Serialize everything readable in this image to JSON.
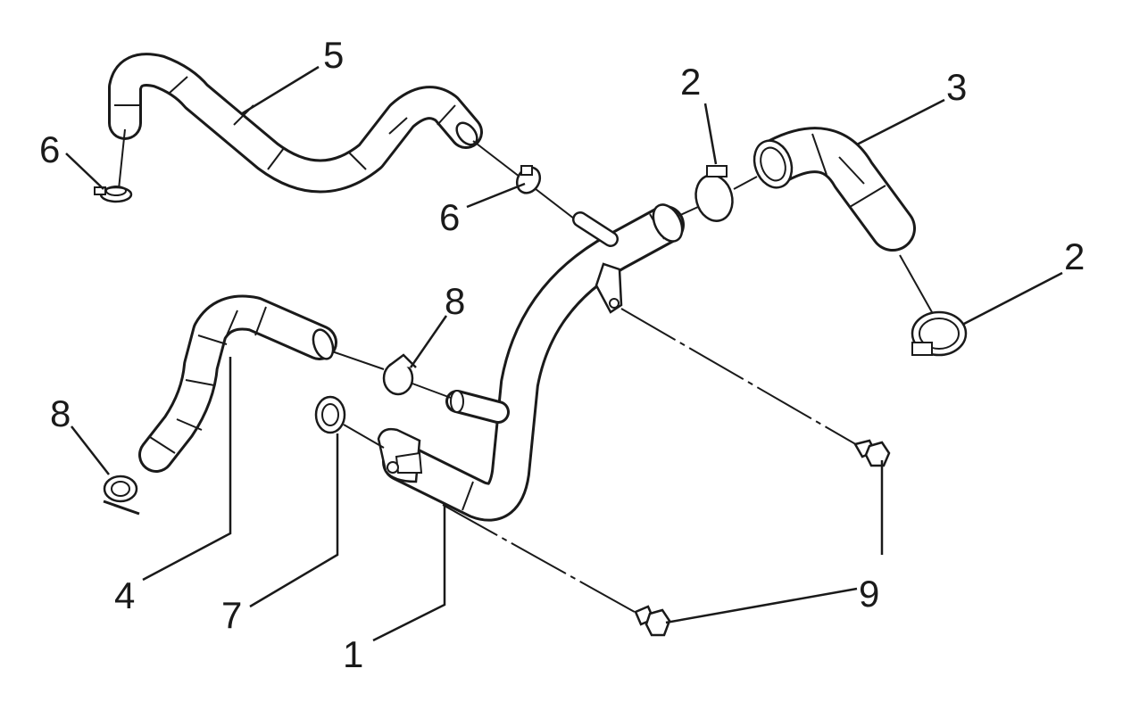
{
  "callouts": {
    "c1": "1",
    "c2a": "2",
    "c2b": "2",
    "c3": "3",
    "c4": "4",
    "c5": "5",
    "c6a": "6",
    "c6b": "6",
    "c7": "7",
    "c8a": "8",
    "c8b": "8",
    "c9": "9"
  }
}
